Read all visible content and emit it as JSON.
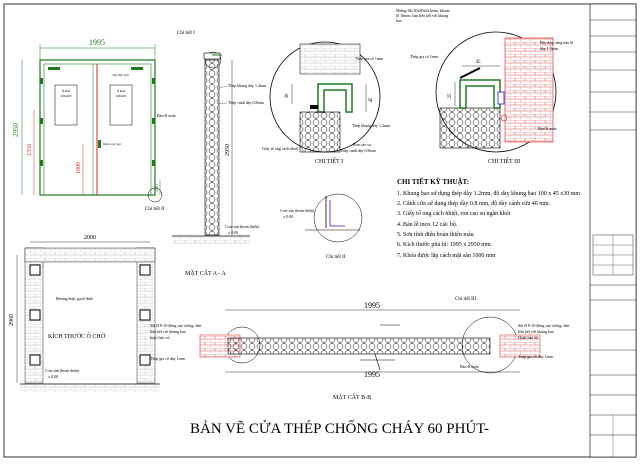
{
  "title": "BẢN VẼ CỬA THÉP CHỐNG CHÁY 60 PHÚT-",
  "front": {
    "width": "1995",
    "height": "2950",
    "h1350": "1350",
    "h1000": "1000",
    "h250": "250",
    "tay_day": "Tay đẩy hơi",
    "ban_le": "Bản lề mơn",
    "khoa": "Khóa tay gạt",
    "luc_ten": "Ô kính",
    "luc_dim": "200x400",
    "ct2": "Chi tiết II"
  },
  "section_aa": {
    "ct1": "Chi tiết I",
    "thep_khung": "Thép khung dày 1.2mm",
    "thep_canh": "Thép cánh dày 0.8mm",
    "h": "2950",
    "cote": "Cote sàn (hoàn thiện)",
    "zero": "± 0.00",
    "label": "MẶT CẮT A - A"
  },
  "detail1": {
    "thep_gia_co": "Thép gia cố 1mm",
    "thep_khung": "Thép khung dày 1.2mm",
    "ron": "Ron cao su",
    "thep_canh": "Thép cánh dày 0.8mm",
    "giay": "Giấy tổ ong cách nhiệt",
    "d30": "30",
    "d45": "45",
    "label": "CHI TIẾT I"
  },
  "detail2": {
    "cote": "Cote sàn (hoàn thiện)",
    "zero": "± 0.00",
    "label": "Chi tiết II"
  },
  "detail3": {
    "moc": "Miếng Sắt 30x80x6x3mm, khoan",
    "moc2": "lỗ 10mm, bản liên kết với khung",
    "moc3": "bao",
    "bat": "Bát tăng cứng bản lề",
    "bat2": "dày 1.0mm",
    "gia_co": "Thép gia cố 1mm",
    "d45": "45",
    "d25": "25",
    "ban_le": "Bản lề mơn",
    "label": "CHI TIẾT III"
  },
  "specs": {
    "heading": "CHI TIẾT KỸ THUẬT:",
    "lines": [
      "1. Khung bao sử dụng thép dày 1.2mm, độ dày khung bao 100 x 45 x30 mm",
      "2. Cánh cửa sử dụng thép dày 0.8 mm, độ dày cánh cửa 40 mm.",
      "3. Giấy tổ ong cách nhiệt, ron cao su ngăn khói",
      "4. Bản lề inox 12 cái/ bộ.",
      "5. Sơn tĩnh điện hoàn thiện màu",
      "6. Kích thước phủ bì: 1995 x 2950 mm.",
      "7. Khóa được lắp cách mặt sàn 1000 mm"
    ]
  },
  "opening": {
    "w": "2000",
    "h": "2960",
    "beton": "Betong hoặc gạch đinh",
    "label": "KÍCH THƯỚC Ô CHỜ",
    "cote": "Cote sàn (hoàn thiện)",
    "zero": "± 0.00"
  },
  "section_bb": {
    "top": "1995",
    "bottom": "1995",
    "ct3": "Chi tiết III",
    "sat_left1": "Sắt Ø 8-10 đóng vào tường, hàn",
    "sat_left2": "liên kết với khung bao",
    "sat_left3": "hoặc bản vít",
    "thep_left": "Thép gia cố dày 1mm",
    "sat_right1": "Sắt Ø 8-10 đóng vào tường, hàn",
    "sat_right2": "liên kết với khung bao",
    "sat_right3": "Hoặc bản vít",
    "thep_right": "Thép gia cố dày 1mm",
    "ban_le": "Bản lề mơn",
    "label": "MẶT CẮT B-B"
  }
}
